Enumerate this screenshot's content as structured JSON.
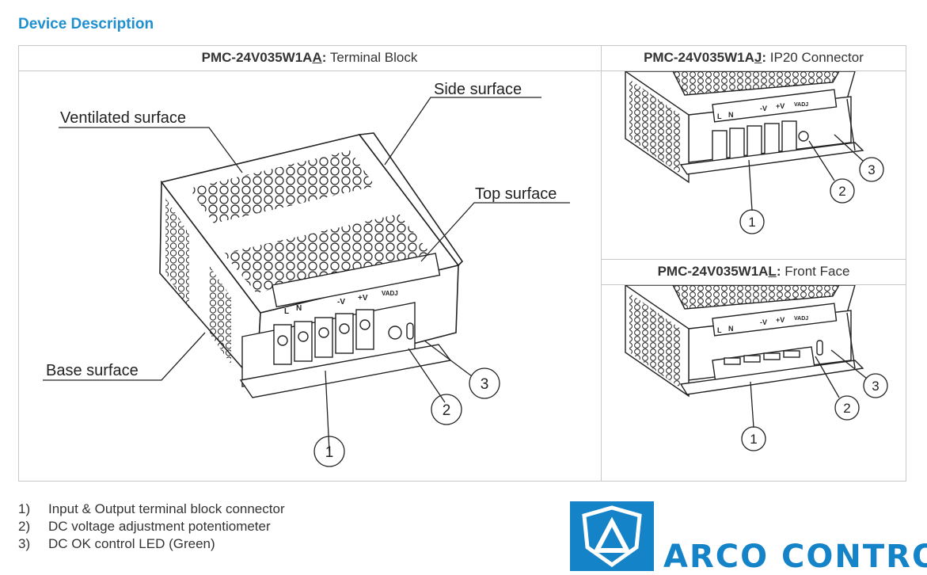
{
  "page": {
    "title": "Device Description"
  },
  "panels": {
    "main": {
      "model_prefix": "PMC-24V035W1A",
      "model_suffix": "A",
      "separator": ":",
      "description": " Terminal Block"
    },
    "ip20": {
      "model_prefix": "PMC-24V035W1A",
      "model_suffix": "J",
      "separator": ":",
      "description": " IP20 Connector"
    },
    "front": {
      "model_prefix": "PMC-24V035W1A",
      "model_suffix": "L",
      "separator": ":",
      "description": " Front Face"
    }
  },
  "surfaces": {
    "ventilated": "Ventilated surface",
    "side": "Side surface",
    "top": "Top surface",
    "base": "Base surface"
  },
  "terminal_labels": {
    "l": "L",
    "n": "N",
    "neg": "-V",
    "pos": "+V",
    "adj": "VADJ"
  },
  "callouts": {
    "c1": "1",
    "c2": "2",
    "c3": "3"
  },
  "notes": [
    {
      "num": "1)",
      "text": "Input & Output terminal block connector"
    },
    {
      "num": "2)",
      "text": "DC voltage adjustment potentiometer"
    },
    {
      "num": "3)",
      "text": "DC OK control LED (Green)"
    }
  ],
  "brand": {
    "name": "ARCO CONTROL",
    "color": "#1583c8"
  }
}
